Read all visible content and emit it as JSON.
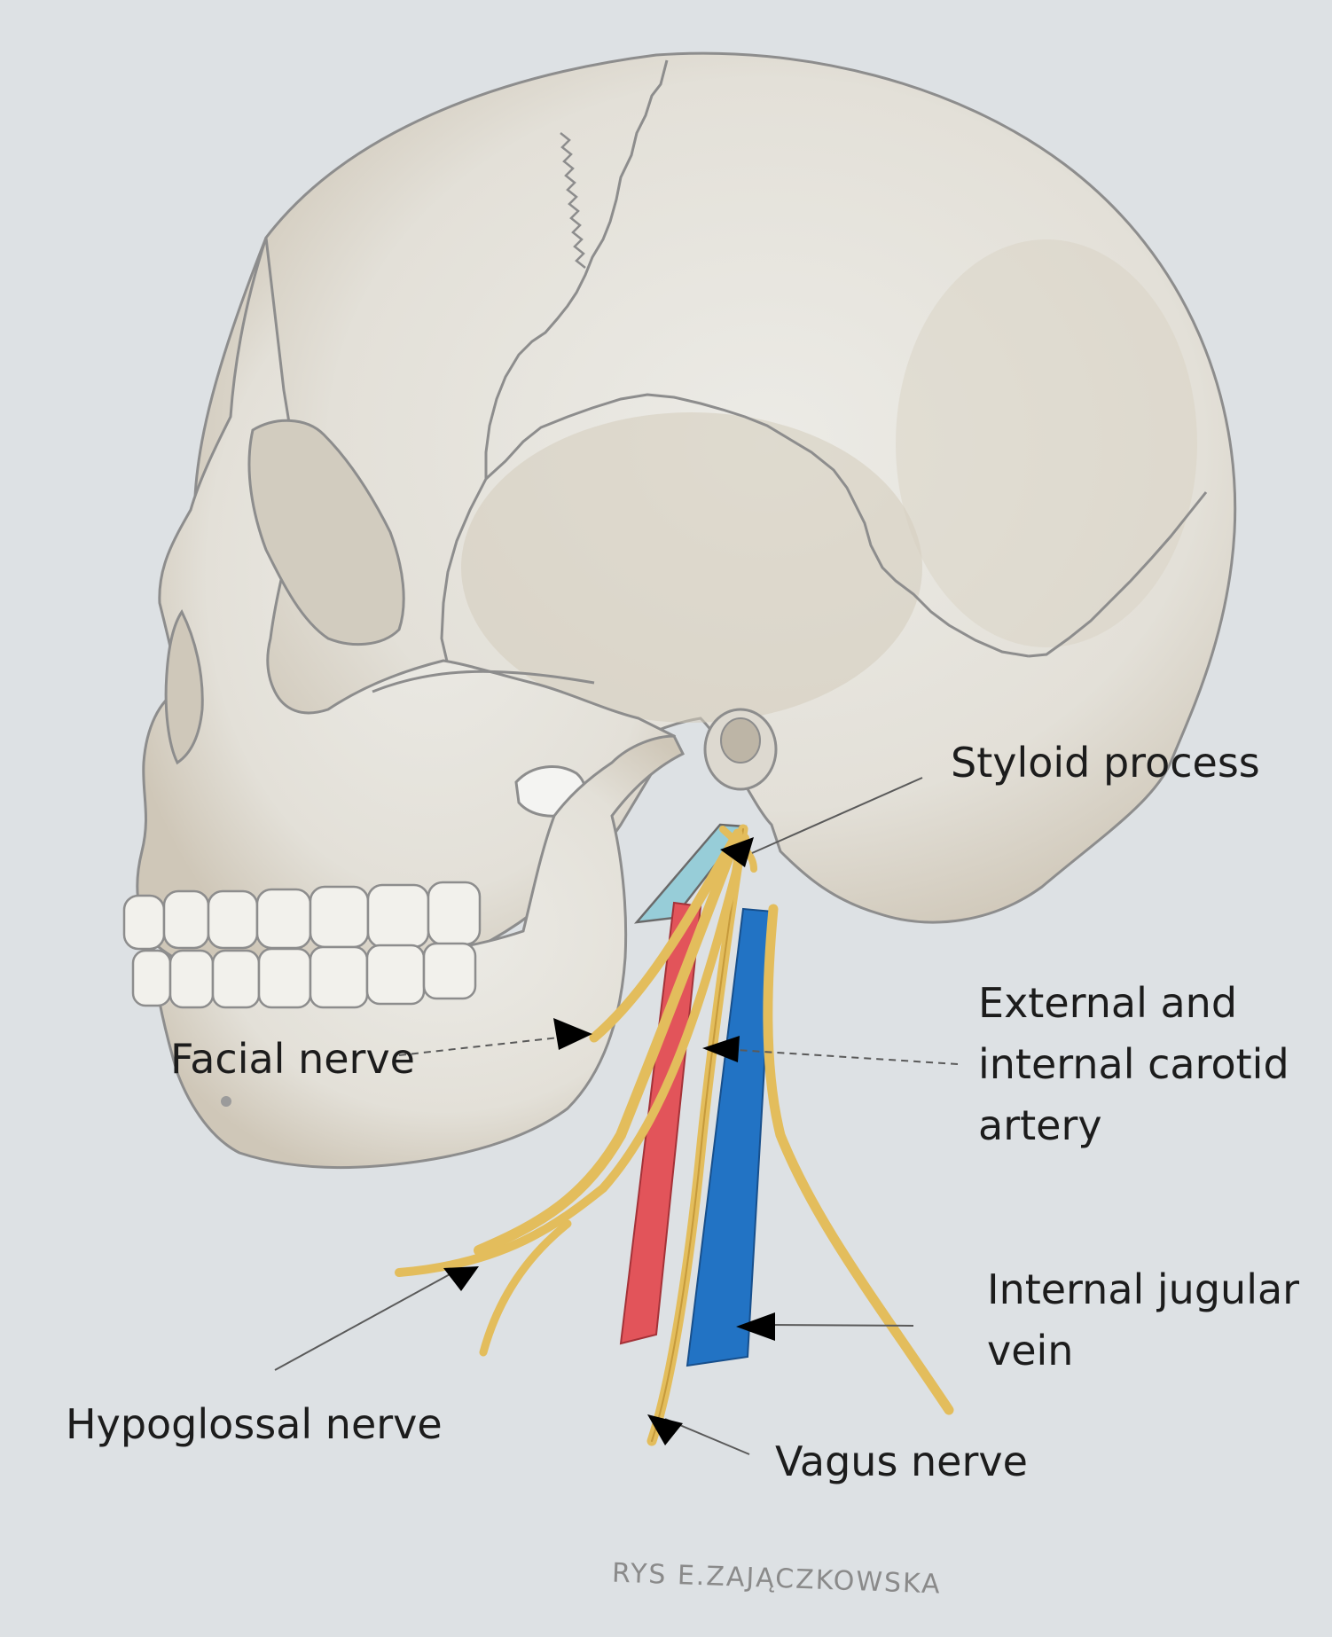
{
  "labels": {
    "styloid_process": "Styloid process",
    "carotid_line1": "External and",
    "carotid_line2": "internal carotid",
    "carotid_line3": "artery",
    "facial_nerve": "Facial nerve",
    "jugular_line1": "Internal jugular",
    "jugular_line2": "vein",
    "hypoglossal_nerve": "Hypoglossal nerve",
    "vagus_nerve": "Vagus nerve"
  },
  "signature": "RYS E.ZAJĄCZKOWSKA",
  "colors": {
    "background": "#dde1e4",
    "bone": "#e6e4de",
    "bone_shade": "#cbc3b3",
    "bone_outline": "#8d8d8d",
    "nerve": "#e3bd5c",
    "artery": "#e2545a",
    "vein": "#2273c4",
    "styloid": "#97cdd8",
    "pointer": "#000000"
  }
}
